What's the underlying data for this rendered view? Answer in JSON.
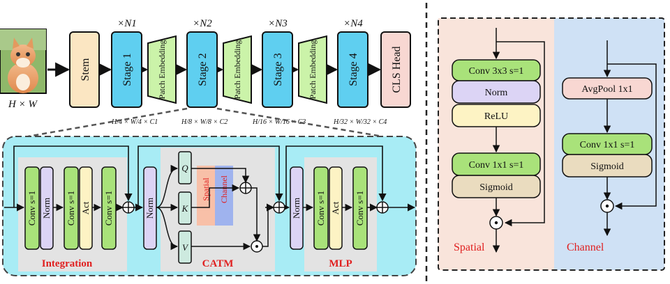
{
  "top_pipeline": {
    "input_label": "H × W",
    "stem": "Stem",
    "stages": [
      {
        "label": "Stage 1",
        "repeat": "×N1",
        "shape": "H/4 × W/4 × C1"
      },
      {
        "label": "Stage 2",
        "repeat": "×N2",
        "shape": "H/8 × W/8 × C2"
      },
      {
        "label": "Stage 3",
        "repeat": "×N3",
        "shape": "H/16 × W/16 × C3"
      },
      {
        "label": "Stage 4",
        "repeat": "×N4",
        "shape": "H/32 × W/32 × C4"
      }
    ],
    "patch_embedding": "Patch Embedding",
    "head": "CLS Head"
  },
  "block_detail": {
    "integration": {
      "title": "Integration",
      "layers": [
        "Conv s=1",
        "Norm",
        "Conv s=1",
        "Act",
        "Conv s=1"
      ]
    },
    "catm": {
      "title": "CATM",
      "norm": "Norm",
      "q": "Q",
      "k": "K",
      "v": "V",
      "spatial": "Spatial",
      "channel": "Channel"
    },
    "mlp": {
      "title": "MLP",
      "layers": [
        "Norm",
        "Conv s=1",
        "Act",
        "Conv s=1"
      ]
    }
  },
  "spatial_branch": {
    "layers": [
      "Conv 3x3 s=1",
      "Norm",
      "ReLU",
      "Conv 1x1 s=1",
      "Sigmoid"
    ],
    "caption": "Spatial"
  },
  "channel_branch": {
    "layers": [
      "AvgPool 1x1",
      "Conv 1x1 s=1",
      "Sigmoid"
    ],
    "caption": "Channel"
  },
  "colors": {
    "stage_blue": "#5fcff0",
    "stem_cream": "#fbe6c2",
    "patch_green": "#cbf3a9",
    "head_pink": "#f8d7d2",
    "conv_green": "#a9e27a",
    "norm_purple": "#dcd4f5",
    "act_yellow": "#fdf3c4",
    "sigmoid_tan": "#eadcbf",
    "cyan_bg": "#a8ecf5",
    "gray_bg": "#e3e3e3",
    "spatial_bg": "#f9e4db",
    "channel_bg": "#cfe1f5",
    "spatial_bar": "#f8c0a8",
    "channel_bar": "#9fb3ee",
    "caption_red": "#e02020"
  }
}
